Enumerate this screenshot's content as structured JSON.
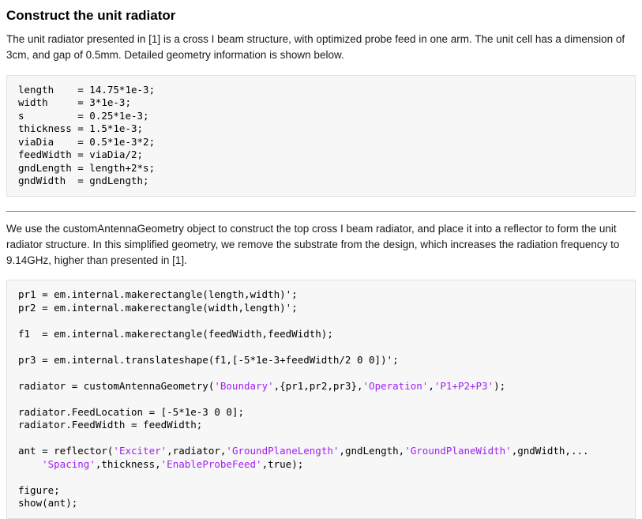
{
  "page": {
    "title": "Construct the unit radiator",
    "intro": "The unit radiator presented in [1] is a cross I beam structure, with optimized probe feed in one arm. The unit cell has a dimension of 3cm, and gap of 0.5mm. Detailed geometry information is shown below.",
    "para2": "We use the customAntennaGeometry object to construct the top cross I beam radiator, and place it into a reflector to form the unit radiator structure. In this simplified geometry, we remove the substrate from the design, which increases the radiation frequency to 9.14GHz, higher than presented in [1].",
    "colors": {
      "string_literal": "#a020f0",
      "section_divider": "#3d9dbf",
      "code_background": "#f7f7f7",
      "code_border": "#e0e0e0"
    },
    "code_block_1": {
      "lines": [
        "length    = 14.75*1e-3;",
        "width     = 3*1e-3;",
        "s         = 0.25*1e-3;",
        "thickness = 1.5*1e-3;",
        "viaDia    = 0.5*1e-3*2;",
        "feedWidth = viaDia/2;",
        "gndLength = length+2*s;",
        "gndWidth  = gndLength;"
      ]
    },
    "code_block_2": {
      "lines": [
        "pr1 = em.internal.makerectangle(length,width)';",
        "pr2 = em.internal.makerectangle(width,length)';",
        "",
        "f1  = em.internal.makerectangle(feedWidth,feedWidth);",
        "",
        "pr3 = em.internal.translateshape(f1,[-5*1e-3+feedWidth/2 0 0])';",
        "",
        [
          {
            "t": "plain",
            "s": "radiator = customAntennaGeometry("
          },
          {
            "t": "string",
            "s": "'Boundary'"
          },
          {
            "t": "plain",
            "s": ",{pr1,pr2,pr3},"
          },
          {
            "t": "string",
            "s": "'Operation'"
          },
          {
            "t": "plain",
            "s": ","
          },
          {
            "t": "string",
            "s": "'P1+P2+P3'"
          },
          {
            "t": "plain",
            "s": ");"
          }
        ],
        "",
        "radiator.FeedLocation = [-5*1e-3 0 0];",
        "radiator.FeedWidth = feedWidth;",
        "",
        [
          {
            "t": "plain",
            "s": "ant = reflector("
          },
          {
            "t": "string",
            "s": "'Exciter'"
          },
          {
            "t": "plain",
            "s": ",radiator,"
          },
          {
            "t": "string",
            "s": "'GroundPlaneLength'"
          },
          {
            "t": "plain",
            "s": ",gndLength,"
          },
          {
            "t": "string",
            "s": "'GroundPlaneWidth'"
          },
          {
            "t": "plain",
            "s": ",gndWidth,..."
          }
        ],
        [
          {
            "t": "plain",
            "s": "    "
          },
          {
            "t": "string",
            "s": "'Spacing'"
          },
          {
            "t": "plain",
            "s": ",thickness,"
          },
          {
            "t": "string",
            "s": "'EnableProbeFeed'"
          },
          {
            "t": "plain",
            "s": ",true);"
          }
        ],
        "",
        "figure;",
        "show(ant);"
      ]
    }
  }
}
